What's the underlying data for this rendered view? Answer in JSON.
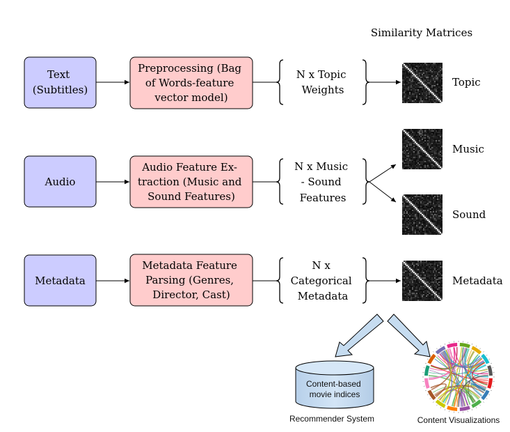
{
  "title": "Similarity Matrices",
  "colors": {
    "input_fill": "#ccccff",
    "process_fill": "#ffcccc",
    "outcome_fill": "#c6dcf0",
    "matrix_bg": "#141414"
  },
  "rows": [
    {
      "input": [
        "Text",
        "(Subtitles)"
      ],
      "process": [
        "Preprocessing (Bag",
        "of Words-feature",
        "vector model)"
      ],
      "feature": [
        "N x Topic",
        "Weights"
      ],
      "matrices": [
        "Topic"
      ]
    },
    {
      "input": [
        "Audio"
      ],
      "process": [
        "Audio Feature Ex-",
        "traction (Music and",
        "Sound Features)"
      ],
      "feature": [
        "N x Music",
        "- Sound",
        "Features"
      ],
      "matrices": [
        "Music",
        "Sound"
      ]
    },
    {
      "input": [
        "Metadata"
      ],
      "process": [
        "Metadata Feature",
        "Parsing (Genres,",
        "Director, Cast)"
      ],
      "feature": [
        "N x",
        "Categorical",
        "Metadata"
      ],
      "matrices": [
        "Metadata"
      ]
    }
  ],
  "outputs": {
    "recommender": {
      "cylinder_text": [
        "Content-based",
        "movie indices"
      ],
      "caption": "Recommender System"
    },
    "visualization": {
      "caption": "Content Visualizations",
      "icon": "chord-diagram-icon"
    }
  }
}
